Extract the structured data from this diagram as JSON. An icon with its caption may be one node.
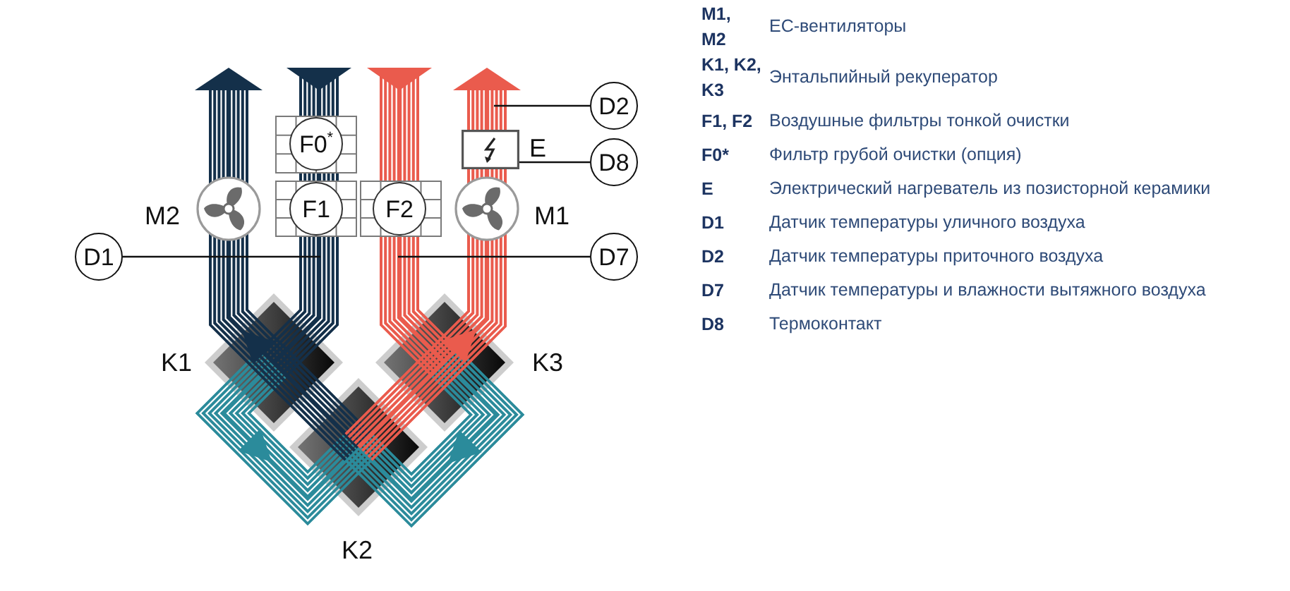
{
  "diagram": {
    "nodes": [
      {
        "text": [
          "D2"
        ]
      },
      {
        "text": [
          "F0$^{*}$"
        ]
      },
      {
        "text": [],
        "shape": "box",
        "beside": [
          "E"
        ]
      },
      {
        "text": [
          "D8"
        ]
      },
      {
        "text": [],
        "shape": "circle",
        "beside": [
          "M2"
        ]
      },
      {
        "text": [
          "F1"
        ]
      },
      {
        "text": [
          "F2"
        ]
      },
      {
        "text": [],
        "shape": "circle",
        "beside": [
          "M1"
        ]
      },
      {
        "text": [
          "D1"
        ]
      },
      {
        "text": [
          "D7"
        ]
      }
    ],
    "edges": [
      {
        "from": 0,
        "to": null,
        "arrow": "none"
      },
      {
        "from": 3,
        "to": 2,
        "arrow": "none"
      },
      {
        "from": 8,
        "to": null,
        "arrow": "none"
      },
      {
        "from": 9,
        "to": null,
        "arrow": "none"
      }
    ],
    "labels": [
      "K1",
      "K3",
      "K2",
      "M1, M2",
      "EC-вентиляторы",
      "K1, K2, K3",
      "Энтальпийный рекуператор",
      "F1, F2",
      "Воздушные фильтры тонкой очистки",
      "F0*",
      "Фильтр грубой очистки (опция)",
      "E",
      "Электрический нагреватель из позисторной керамики",
      "D1",
      "Датчик температуры уличного воздуха",
      "D2",
      "Датчик температуры приточного воздуха",
      "D7",
      "Датчик температуры и влажности вытяжного воздуха",
      "D8",
      "Термоконтакт"
    ]
  }
}
